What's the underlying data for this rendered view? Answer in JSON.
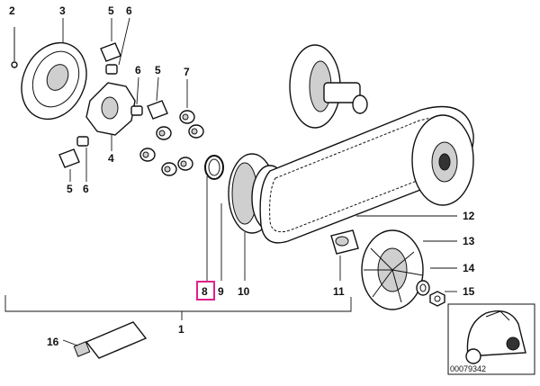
{
  "labels": {
    "c1": "1",
    "c2": "2",
    "c3": "3",
    "c4": "4",
    "c5a": "5",
    "c5b": "5",
    "c5c": "5",
    "c6a": "6",
    "c6b": "6",
    "c6c": "6",
    "c7": "7",
    "c8": "8",
    "c9": "9",
    "c10": "10",
    "c11": "11",
    "c12": "12",
    "c13": "13",
    "c14": "14",
    "c15": "15",
    "c16": "16"
  },
  "highlight": {
    "part": "8",
    "color": "#e0208a"
  },
  "inset": {
    "code": "00079342"
  }
}
